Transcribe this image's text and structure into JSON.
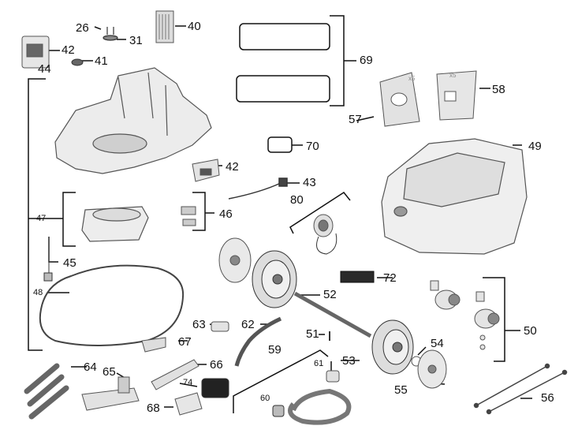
{
  "figure": {
    "type": "exploded parts diagram",
    "colors": {
      "line": "#111111",
      "part_fill": "#e8e8e8",
      "part_stroke": "#555555",
      "dark": "#2a2a2a"
    }
  },
  "callouts": [
    {
      "id": "26",
      "text": "26"
    },
    {
      "id": "31",
      "text": "31"
    },
    {
      "id": "40",
      "text": "40"
    },
    {
      "id": "42a",
      "text": "42"
    },
    {
      "id": "41",
      "text": "41"
    },
    {
      "id": "44",
      "text": "44"
    },
    {
      "id": "69",
      "text": "69"
    },
    {
      "id": "57",
      "text": "57"
    },
    {
      "id": "58",
      "text": "58"
    },
    {
      "id": "70",
      "text": "70"
    },
    {
      "id": "49",
      "text": "49"
    },
    {
      "id": "42b",
      "text": "42"
    },
    {
      "id": "43",
      "text": "43"
    },
    {
      "id": "80",
      "text": "80"
    },
    {
      "id": "46",
      "text": "46"
    },
    {
      "id": "47",
      "text": "47"
    },
    {
      "id": "45",
      "text": "45"
    },
    {
      "id": "48",
      "text": "48"
    },
    {
      "id": "72",
      "text": "72"
    },
    {
      "id": "52",
      "text": "52"
    },
    {
      "id": "50",
      "text": "50"
    },
    {
      "id": "63",
      "text": "63"
    },
    {
      "id": "62",
      "text": "62"
    },
    {
      "id": "67",
      "text": "67"
    },
    {
      "id": "51",
      "text": "51"
    },
    {
      "id": "59",
      "text": "59"
    },
    {
      "id": "61",
      "text": "61"
    },
    {
      "id": "54",
      "text": "54"
    },
    {
      "id": "53",
      "text": "53"
    },
    {
      "id": "64",
      "text": "64"
    },
    {
      "id": "65",
      "text": "65"
    },
    {
      "id": "66",
      "text": "66"
    },
    {
      "id": "74",
      "text": "74"
    },
    {
      "id": "60",
      "text": "60"
    },
    {
      "id": "55",
      "text": "55"
    },
    {
      "id": "68",
      "text": "68"
    },
    {
      "id": "56",
      "text": "56"
    }
  ],
  "annotations": {
    "x5_a": "x5",
    "x5_b": "x5"
  }
}
